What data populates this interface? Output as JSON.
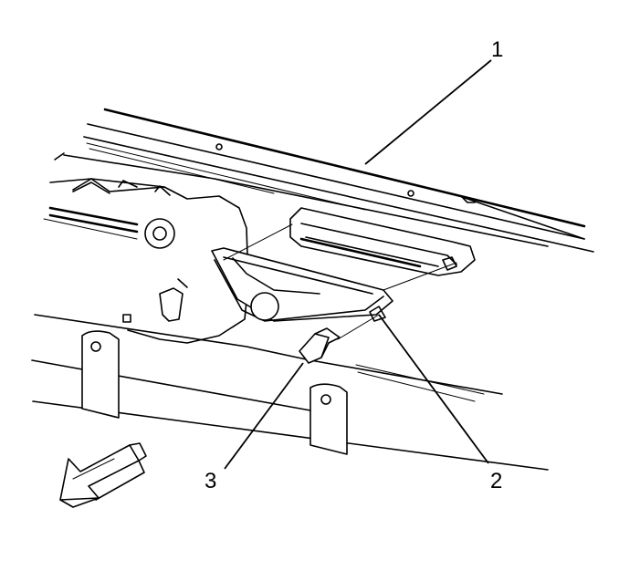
{
  "diagram": {
    "callouts": [
      {
        "label": "1",
        "part": "body-panel"
      },
      {
        "label": "2",
        "part": "lamp-housing"
      },
      {
        "label": "3",
        "part": "bulb-socket"
      }
    ],
    "direction_indicator": "front-arrow-icon"
  }
}
